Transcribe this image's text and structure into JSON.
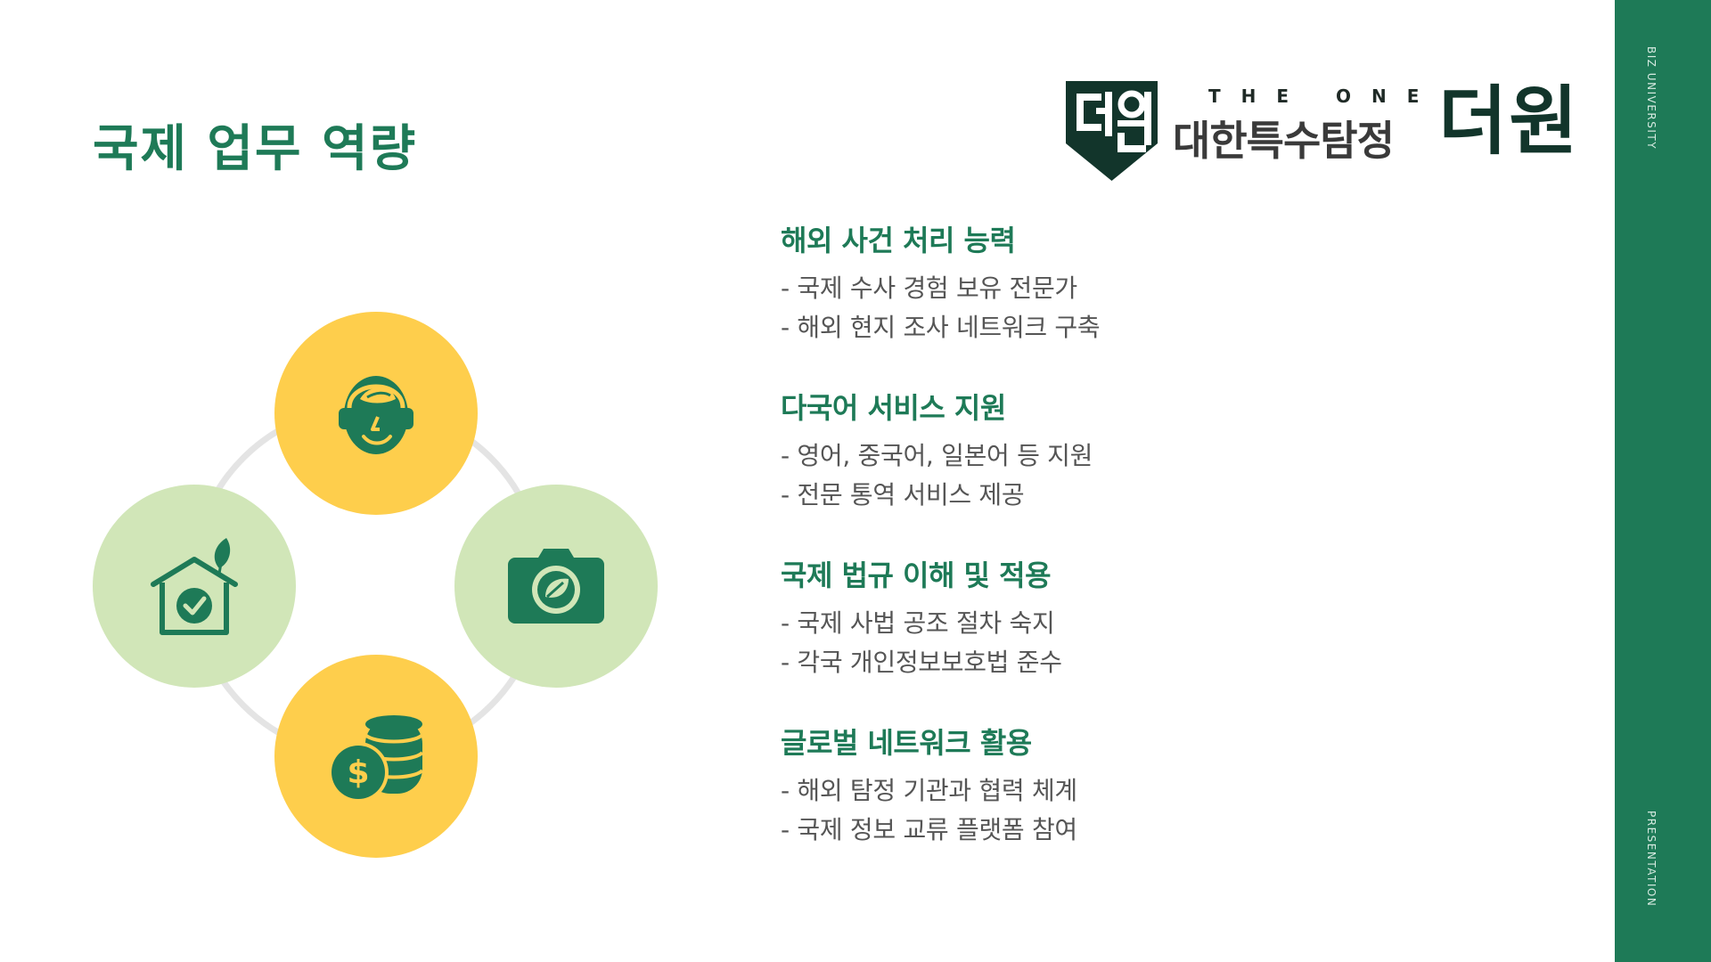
{
  "slide": {
    "title": "국제 업무 역량"
  },
  "logo": {
    "emblem_text": "더원",
    "english_name": "THE ONE",
    "korean_name": "대한특수탐정",
    "brand_name": "더원"
  },
  "sidebar": {
    "top_label": "BIZ UNIVERSITY",
    "bottom_label": "PRESENTATION"
  },
  "colors": {
    "primary_green": "#1e7a57",
    "yellow": "#fece4c",
    "light_green": "#d1e6b8",
    "ring_gray": "#e4e4e4",
    "body_text": "#555555"
  },
  "diagram": {
    "nodes": [
      {
        "position": "top",
        "icon": "eco-person-head-icon",
        "color": "yellow"
      },
      {
        "position": "left",
        "icon": "eco-home-check-icon",
        "color": "light_green"
      },
      {
        "position": "right",
        "icon": "eco-camera-icon",
        "color": "light_green"
      },
      {
        "position": "bottom",
        "icon": "coins-dollar-icon",
        "color": "yellow"
      }
    ]
  },
  "sections": [
    {
      "heading": "해외 사건 처리 능력",
      "items": [
        "- 국제 수사 경험 보유 전문가",
        "- 해외 현지 조사 네트워크 구축"
      ]
    },
    {
      "heading": "다국어 서비스 지원",
      "items": [
        "- 영어, 중국어, 일본어 등 지원",
        "- 전문 통역 서비스 제공"
      ]
    },
    {
      "heading": "국제 법규 이해 및 적용",
      "items": [
        "- 국제 사법 공조 절차 숙지",
        "- 각국 개인정보보호법 준수"
      ]
    },
    {
      "heading": "글로벌 네트워크 활용",
      "items": [
        "- 해외 탐정 기관과 협력 체계",
        "- 국제 정보 교류 플랫폼 참여"
      ]
    }
  ]
}
